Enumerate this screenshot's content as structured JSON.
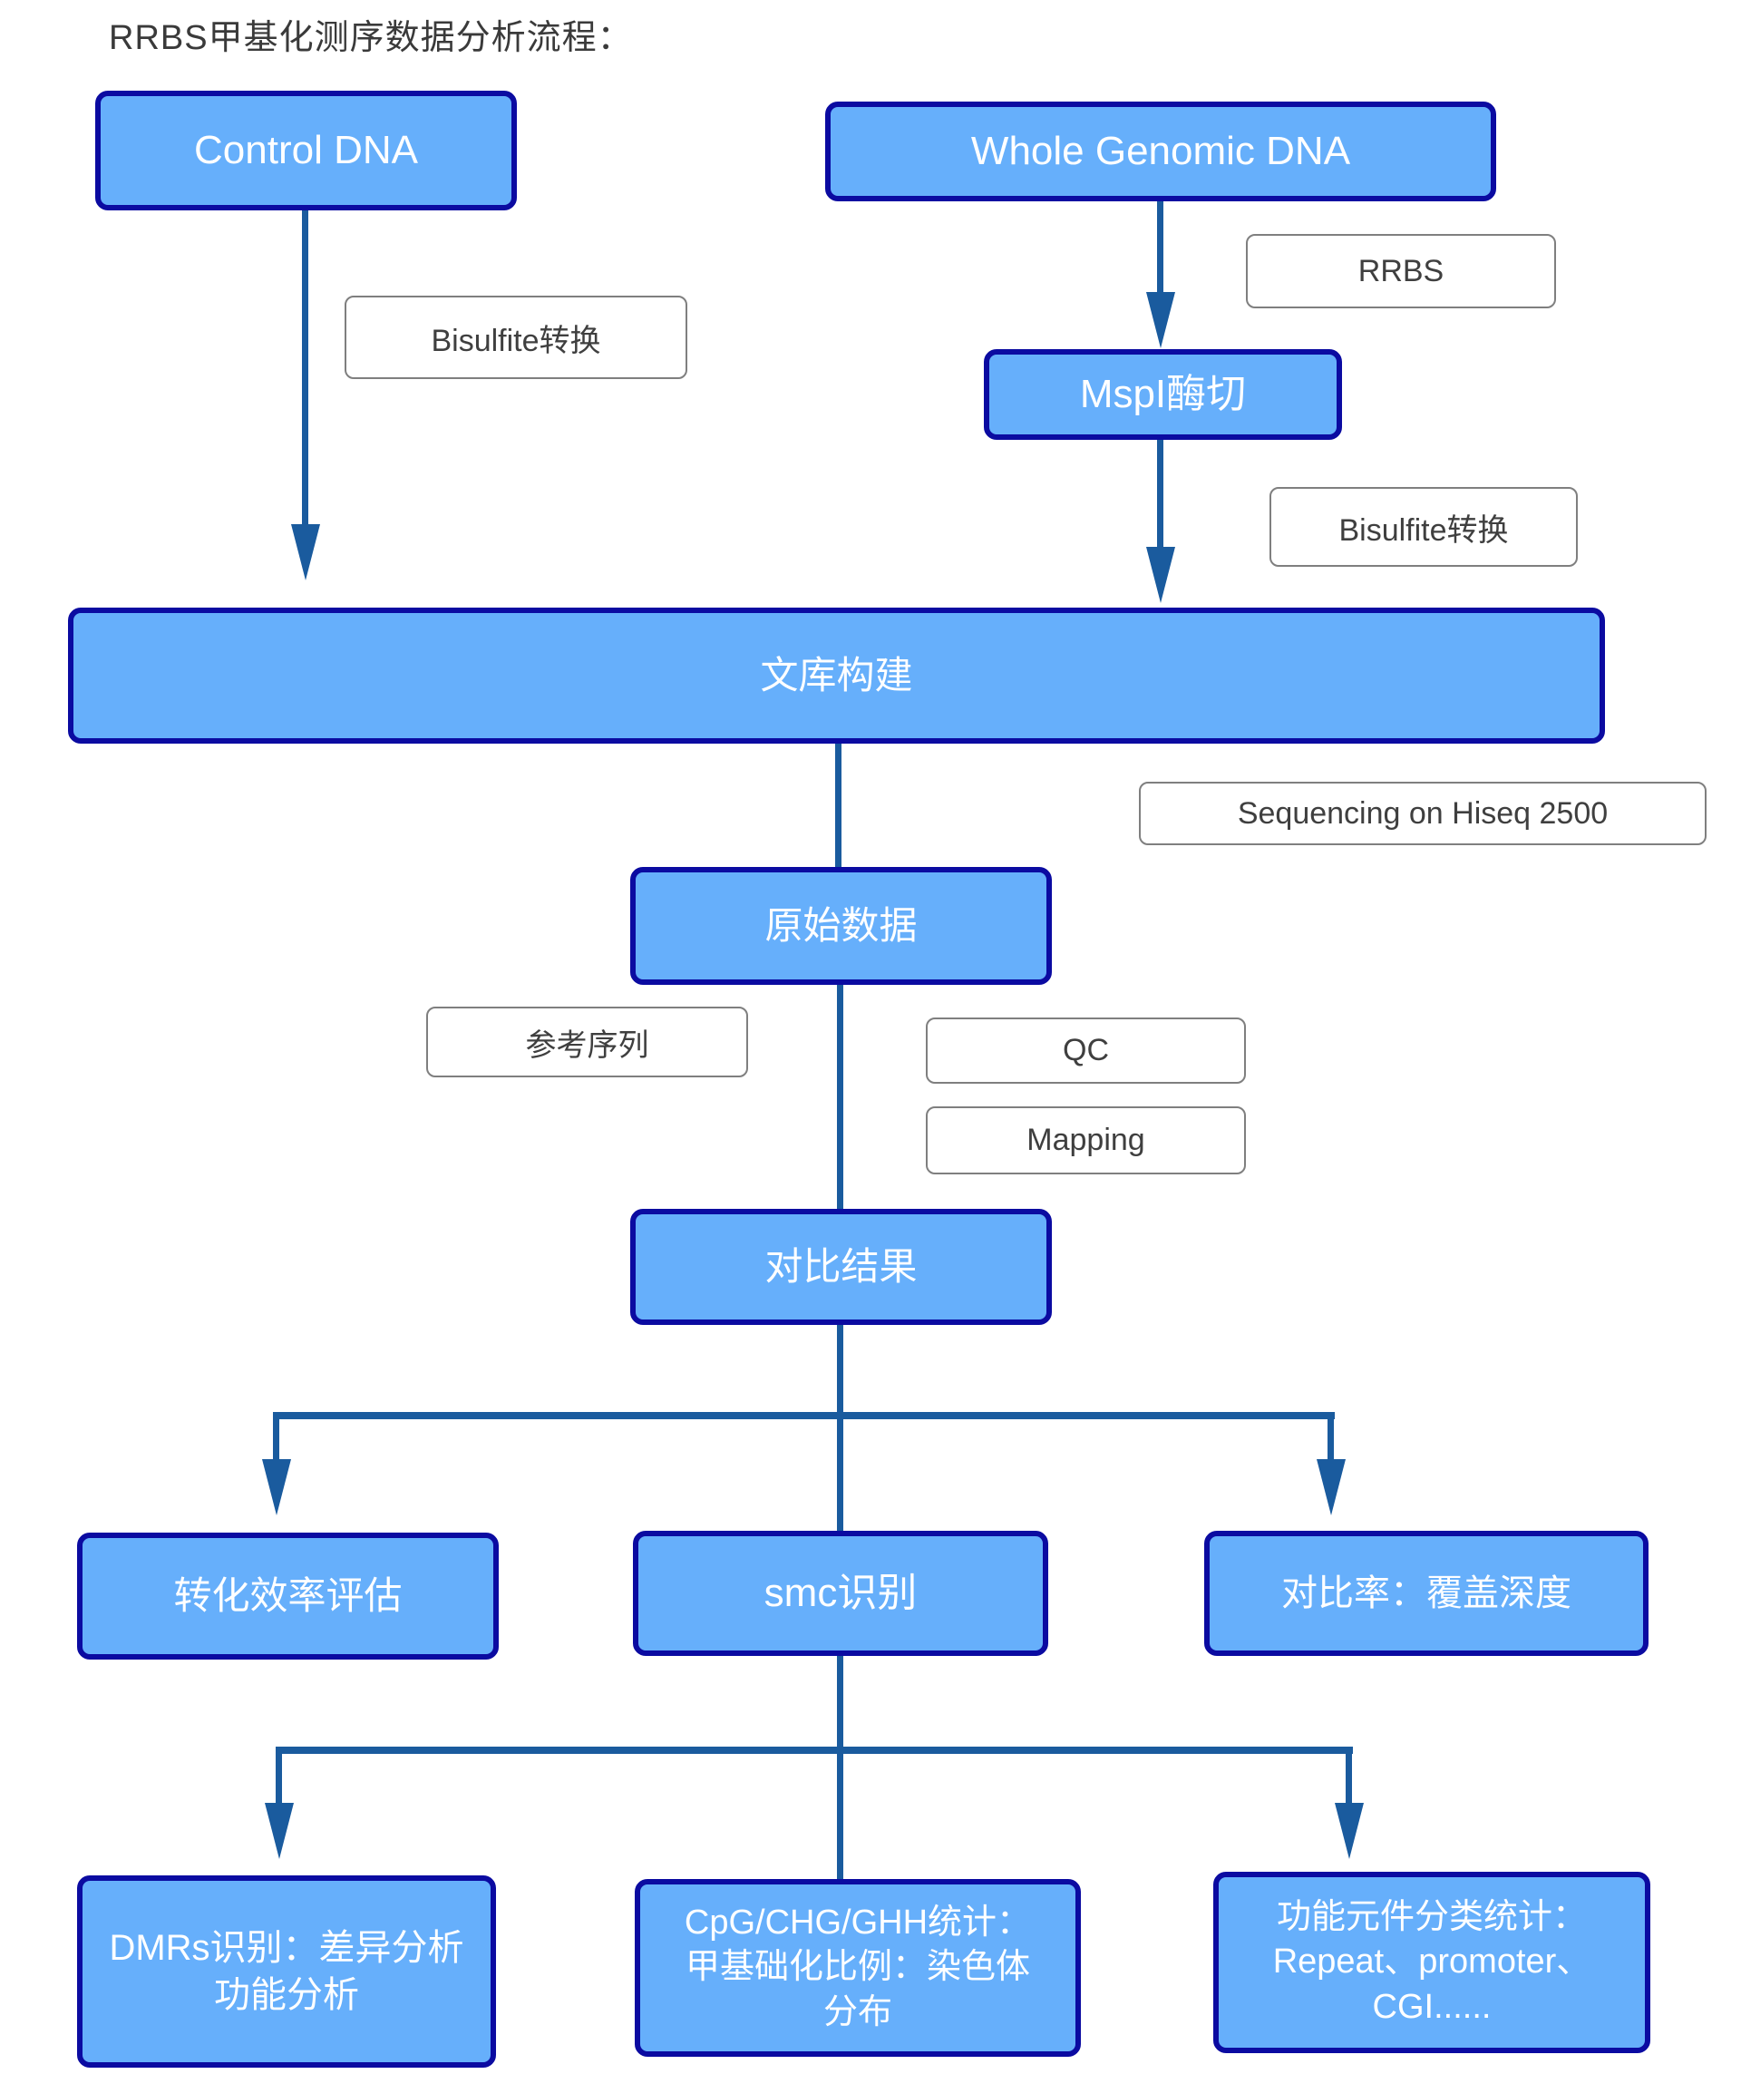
{
  "title": "RRBS甲基化测序数据分析流程：",
  "colors": {
    "node_fill": "#66AFFB",
    "node_border": "#0B0BA1",
    "node_text": "#FFFFFF",
    "connector": "#1A5B9E",
    "label_border": "#7F7F7F",
    "label_text": "#3F3F3F",
    "title_text": "#3A3A3A"
  },
  "nodes": {
    "control_dna": "Control DNA",
    "whole_genomic_dna": "Whole Genomic DNA",
    "mspi": "MspI酶切",
    "library": "文库构建",
    "raw_data": "原始数据",
    "alignment_result": "对比结果",
    "conversion_eval": "转化效率评估",
    "smc": "smc识别",
    "mapping_rate": "对比率：覆盖深度",
    "dmrs": "DMRs识别：差异分析\n功能分析",
    "cpg_stats": "CpG/CHG/GHH统计：\n甲基础化比例：染色体\n分布",
    "functional_elements": "功能元件分类统计：\nRepeat、promoter、\nCGI......"
  },
  "labels": {
    "bisulfite_left": "Bisulfite转换",
    "rrbs": "RRBS",
    "bisulfite_right": "Bisulfite转换",
    "sequencing": "Sequencing on Hiseq 2500",
    "reference": "参考序列",
    "qc": "QC",
    "mapping": "Mapping"
  }
}
